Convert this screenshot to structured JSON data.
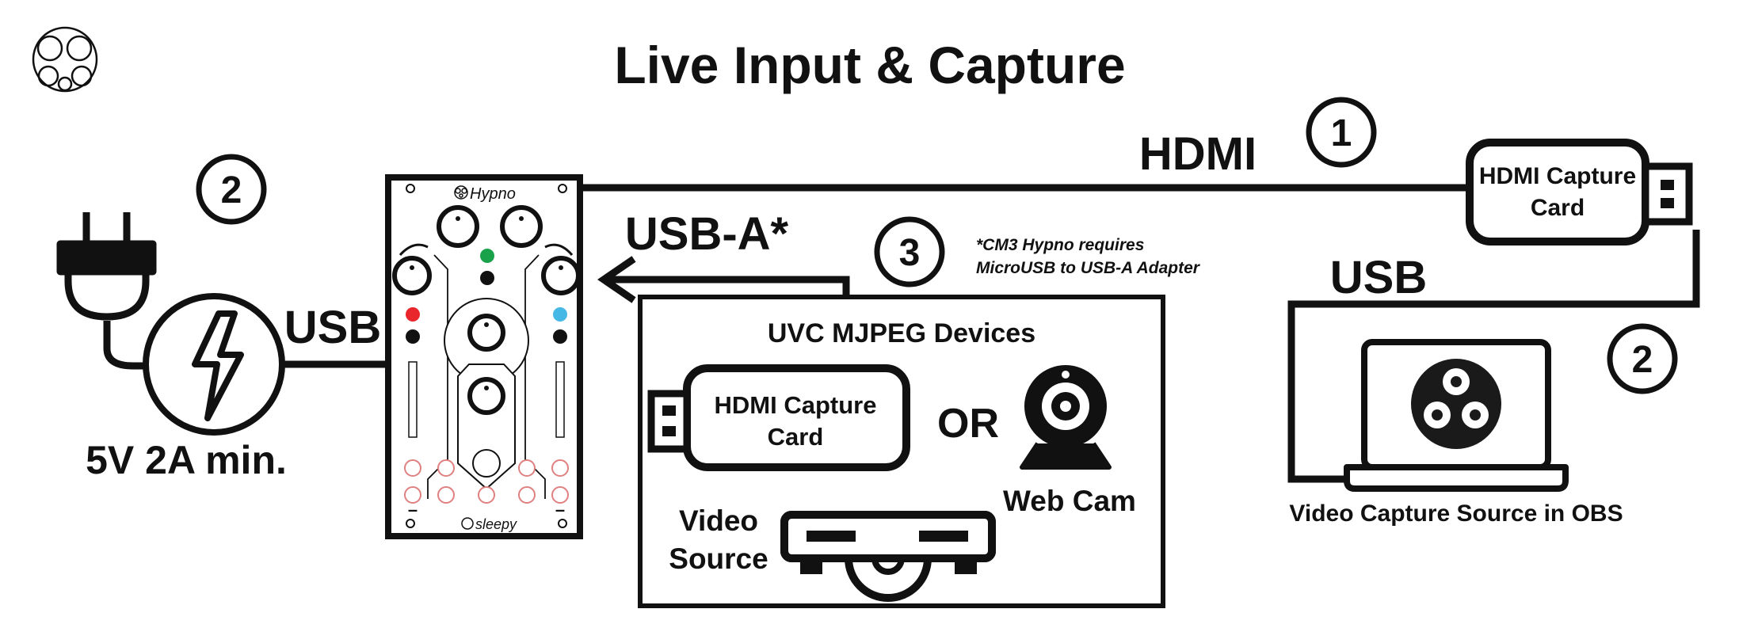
{
  "title": "Live Input & Capture",
  "colors": {
    "ink": "#111111",
    "led_green": "#1aa24a",
    "led_red": "#e8262b",
    "led_blue": "#45b8e6",
    "jack_ring": "#e08080",
    "background": "#ffffff"
  },
  "icons": [
    "sleepy-circles-logo-icon",
    "power-plug-icon",
    "lightning-bolt-icon",
    "hdmi-capture-dongle-icon",
    "webcam-icon",
    "video-player-icon",
    "laptop-icon",
    "obs-logo-icon"
  ],
  "steps": {
    "hdmi": "1",
    "power": "2",
    "usb_a": "3",
    "usb_out": "2"
  },
  "labels": {
    "hdmi": "HDMI",
    "usb_a": "USB-A*",
    "usb_power": "USB",
    "usb_capture": "USB",
    "power_spec": "5V 2A min.",
    "footnote_line1": "*CM3 Hypno requires",
    "footnote_line2": "MicroUSB to USB-A Adapter",
    "capture_card_line1": "HDMI Capture",
    "capture_card_line2": "Card",
    "uvc_box_title": "UVC MJPEG Devices",
    "uvc_card_line1": "HDMI Capture",
    "uvc_card_line2": "Card",
    "or": "OR",
    "web_cam": "Web Cam",
    "video_source_line1": "Video",
    "video_source_line2": "Source",
    "obs_caption": "Video Capture Source in OBS"
  },
  "module": {
    "name": "Hypno",
    "brand": "sleepy",
    "minus_left": "–",
    "minus_right": "–"
  }
}
